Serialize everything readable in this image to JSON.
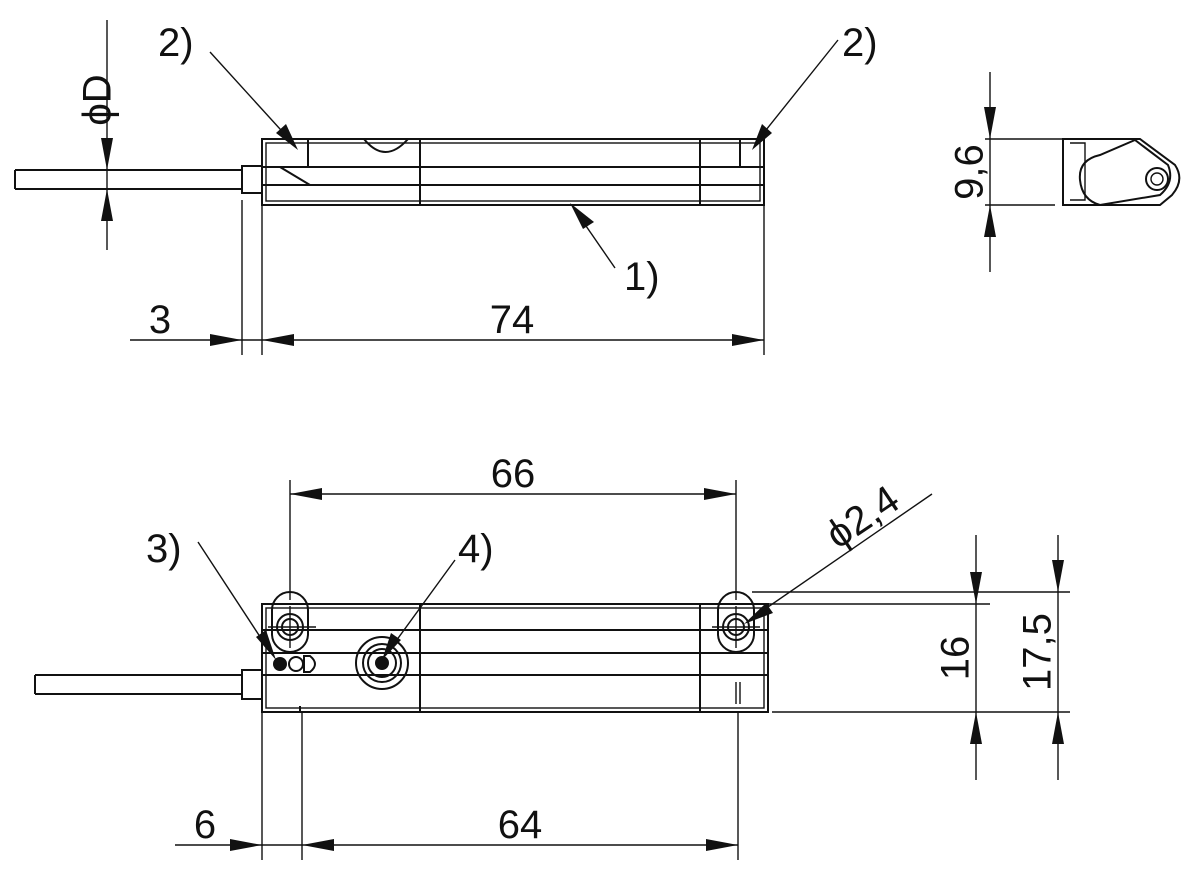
{
  "labels": {
    "callout_2_left": "2)",
    "callout_2_right": "2)",
    "callout_1": "1)",
    "callout_3": "3)",
    "callout_4": "4)",
    "cable_diameter": "ϕD",
    "dim_cable_offset_top": "3",
    "dim_length_74": "74",
    "dim_height_9_6": "9,6",
    "dim_hole_pitch_66": "66",
    "dim_hole_diameter": "ϕ2,4",
    "dim_16": "16",
    "dim_17_5": "17,5",
    "dim_6": "6",
    "dim_64": "64"
  }
}
